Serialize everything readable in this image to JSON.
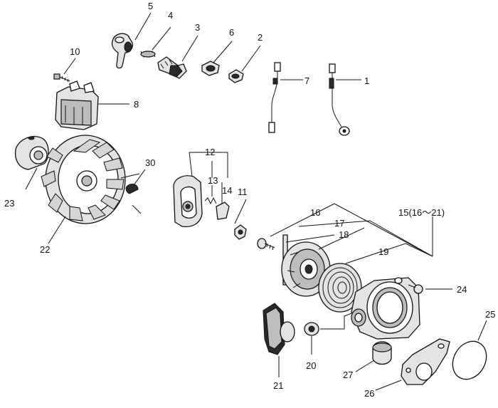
{
  "callouts": {
    "n1": "1",
    "n2": "2",
    "n3": "3",
    "n4": "4",
    "n5": "5",
    "n6": "6",
    "n7": "7",
    "n8": "8",
    "n10": "10",
    "n11": "11",
    "n12": "12",
    "n13": "13",
    "n14": "14",
    "n15": "15(16～21)",
    "n16": "16",
    "n17": "17",
    "n18": "18",
    "n19": "19",
    "n20": "20",
    "n21": "21",
    "n22": "22",
    "n23": "23",
    "n24": "24",
    "n25": "25",
    "n26": "26",
    "n27": "27",
    "n30": "30"
  }
}
